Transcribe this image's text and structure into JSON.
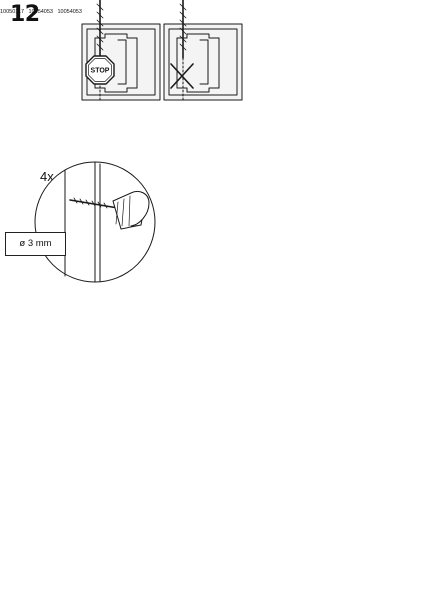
{
  "step": {
    "number": "12"
  },
  "top_panels": {
    "stop_sign": "STOP"
  },
  "quantity": "4x",
  "drill_bit": {
    "label": "ø 3 mm"
  },
  "part_numbers": {
    "screw": "10050117",
    "sealant": "10054053",
    "cap": "10054053"
  },
  "colors": {
    "line": "#1a1a1a",
    "panel_fill": "#f2f2f2",
    "shade": "#d9d9d9"
  }
}
